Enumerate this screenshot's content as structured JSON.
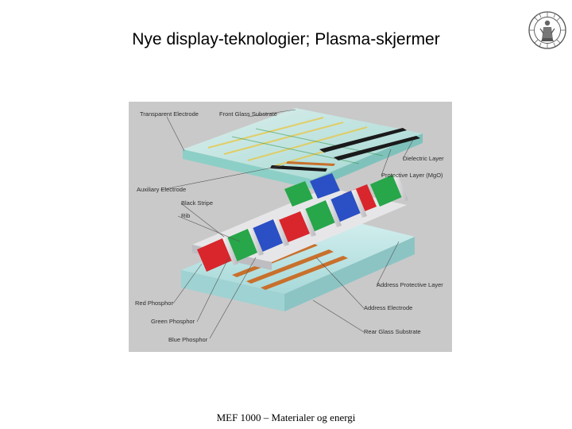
{
  "title": "Nye display-teknologier; Plasma-skjermer",
  "footer": "MEF 1000 – Materialer og energi",
  "logo": {
    "icon": "university-seal-icon"
  },
  "diagram": {
    "labels": {
      "transparent_electrode": "Transparent Electrode",
      "front_glass": "Front Glass Substrate",
      "dielectric": "Dielectric Layer",
      "protective": "Protective Layer (MgO)",
      "auxiliary": "Auxiliary Electrode",
      "black_stripe": "Black Stripe",
      "rib": "Rib",
      "address_protective": "Address Protective Layer",
      "red_phosphor": "Red Phosphor",
      "address_electrode": "Address Electrode",
      "green_phosphor": "Green Phosphor",
      "rear_glass": "Rear Glass Substrate",
      "blue_phosphor": "Blue Phosphor"
    },
    "colors": {
      "background": "#c9c9c9",
      "glass": "#bfe6e6",
      "red_phosphor": "#d8262c",
      "green_phosphor": "#27a64a",
      "blue_phosphor": "#2b4fc4",
      "rib": "#d9d9dc",
      "electrode": "#c8702c",
      "black_stripe": "#1a1a1a"
    }
  }
}
